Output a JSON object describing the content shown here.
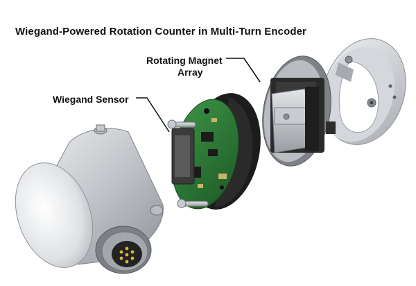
{
  "figure": {
    "title": "Wiegand-Powered Rotation Counter in Multi-Turn Encoder",
    "callouts": {
      "magnet_line1": "Rotating Magnet",
      "magnet_line2": "Array",
      "sensor": "Wiegand Sensor"
    }
  },
  "colors": {
    "housing": "#c9ccd0",
    "pcb": "#2f7a3a",
    "cover": "#1c1c1c",
    "disc": "#cfd2d6",
    "pins": "#d8b640"
  }
}
